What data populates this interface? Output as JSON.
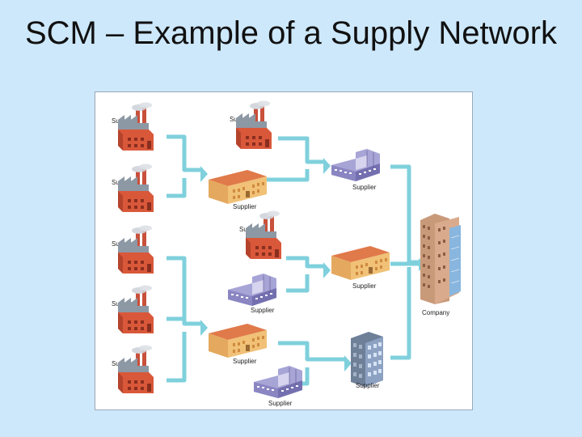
{
  "slide": {
    "title": "SCM – Example of a Supply Network"
  },
  "labels": {
    "supplier": "Supplier",
    "company": "Company"
  },
  "icons": {
    "factory": "factory-icon",
    "warehouse": "warehouse-icon",
    "office": "office-building-icon",
    "tower": "tower-icon"
  },
  "colors": {
    "background": "#cde8fb",
    "connector": "#7fd0dc",
    "factory": "#d9583a",
    "warehouse_wall": "#f0c177",
    "warehouse_roof": "#e07a4a",
    "office": "#8a86c2",
    "tower": "#c99a7a"
  }
}
